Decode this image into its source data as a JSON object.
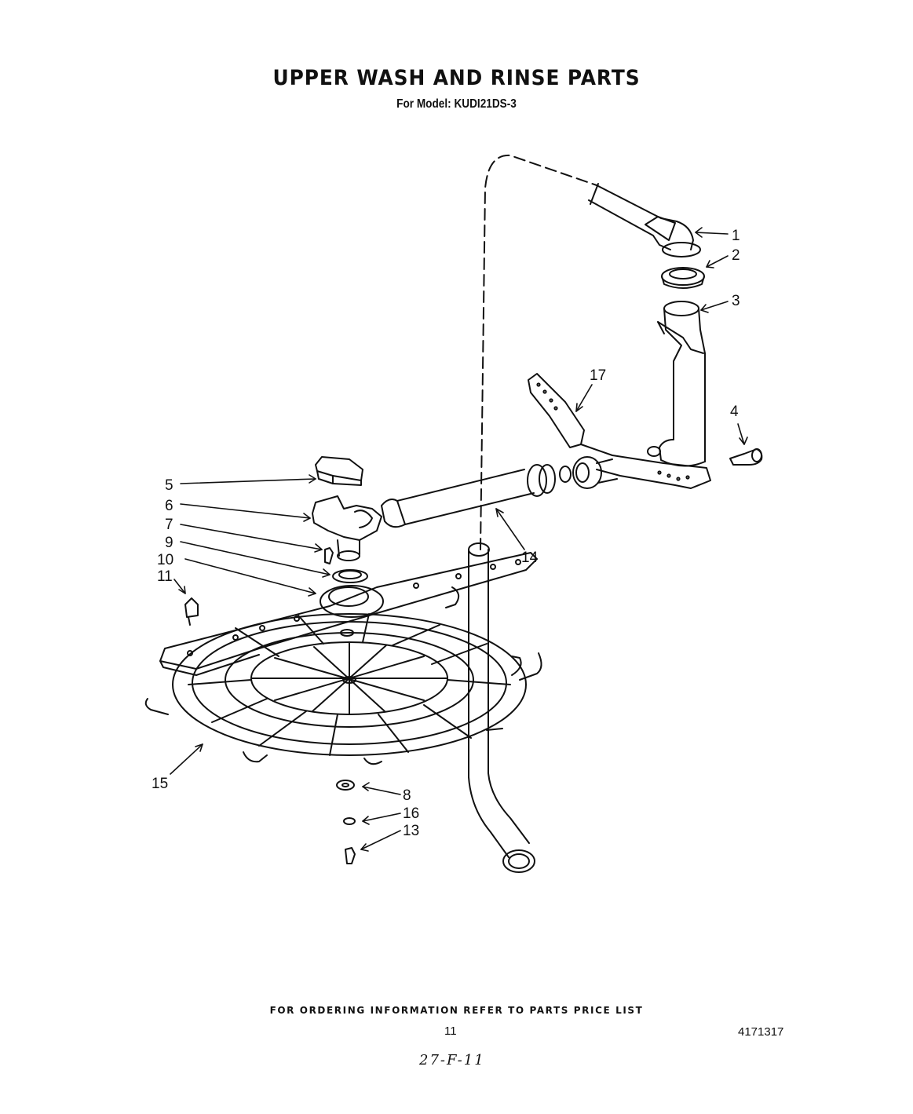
{
  "header": {
    "title": "UPPER WASH AND RINSE PARTS",
    "subtitle": "For Model: KUDI21DS-3"
  },
  "callouts": [
    "1",
    "2",
    "3",
    "4",
    "5",
    "6",
    "7",
    "9",
    "10",
    "11",
    "14",
    "15",
    "8",
    "16",
    "13",
    "17"
  ],
  "footer": {
    "ordering_note": "FOR ORDERING INFORMATION REFER TO PARTS PRICE LIST",
    "page_number": "11",
    "document_number": "4171317",
    "handwritten_note": "27-F-11"
  }
}
